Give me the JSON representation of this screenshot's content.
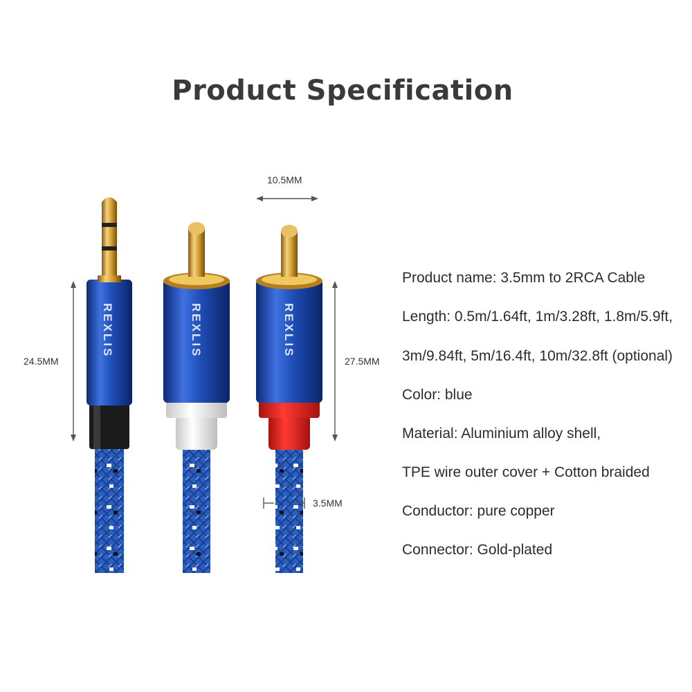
{
  "title": "Product Specification",
  "dimensions": {
    "connector_width": "10.5MM",
    "jack_length": "24.5MM",
    "rca_length": "27.5MM",
    "cable_diameter": "3.5MM"
  },
  "brand": "REXLIS",
  "specs": [
    "Product name: 3.5mm to 2RCA Cable",
    "Length: 0.5m/1.64ft, 1m/3.28ft, 1.8m/5.9ft,",
    "3m/9.84ft, 5m/16.4ft, 10m/32.8ft (optional)",
    "Color: blue",
    "Material:  Aluminium alloy shell,",
    "TPE wire outer cover + Cotton braided",
    "Conductor: pure copper",
    "Connector: Gold-plated"
  ],
  "colors": {
    "shell_blue": "#1f4fb8",
    "cable_blue": "#2a5fc0",
    "gold": "#d9a53a",
    "rca_white": "#f2f2f2",
    "rca_red": "#e8231f"
  }
}
